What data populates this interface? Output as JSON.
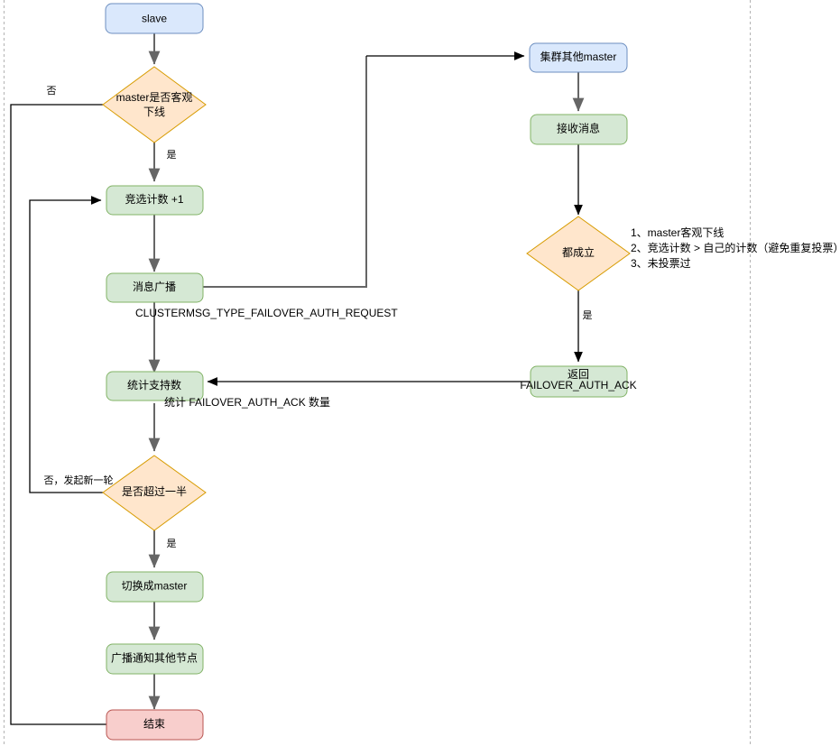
{
  "diagram": {
    "title": "Redis Cluster slave failover election flowchart",
    "colors": {
      "green_fill": "#d5e8d4",
      "green_stroke": "#82b366",
      "blue_fill": "#dae8fc",
      "blue_stroke": "#6c8ebf",
      "red_fill": "#f8cecc",
      "red_stroke": "#b85450",
      "orange_fill": "#ffe6cc",
      "orange_stroke": "#d79b00",
      "edge_gray": "#666666",
      "edge_black": "#000000",
      "page_divider": "#b3b3b3"
    },
    "nodes": [
      {
        "id": "slave",
        "label": "slave",
        "shape": "rounded-rect",
        "style": "blue"
      },
      {
        "id": "master_down",
        "label": "master是否客观",
        "label2": "下线",
        "shape": "diamond",
        "style": "orange"
      },
      {
        "id": "epoch_inc",
        "label": "竞选计数 +1",
        "shape": "rounded-rect",
        "style": "green"
      },
      {
        "id": "broadcast",
        "label": "消息广播",
        "shape": "rounded-rect",
        "style": "green"
      },
      {
        "id": "count_support",
        "label": "统计支持数",
        "shape": "rounded-rect",
        "style": "green"
      },
      {
        "id": "over_half",
        "label": "是否超过一半",
        "shape": "diamond",
        "style": "orange"
      },
      {
        "id": "switch_master",
        "label": "切换成master",
        "shape": "rounded-rect",
        "style": "green"
      },
      {
        "id": "notify_others",
        "label": "广播通知其他节点",
        "shape": "rounded-rect",
        "style": "green"
      },
      {
        "id": "end",
        "label": "结束",
        "shape": "rounded-rect",
        "style": "red"
      },
      {
        "id": "other_masters",
        "label": "集群其他master",
        "shape": "rounded-rect",
        "style": "blue"
      },
      {
        "id": "receive_msg",
        "label": "接收消息",
        "shape": "rounded-rect",
        "style": "green"
      },
      {
        "id": "all_true",
        "label": "都成立",
        "shape": "diamond",
        "style": "orange"
      },
      {
        "id": "return_ack",
        "label": "返回",
        "shape": "rounded-rect",
        "style": "green"
      }
    ],
    "edge_labels": [
      {
        "id": "no_1",
        "text": "否"
      },
      {
        "id": "yes_1",
        "text": "是"
      },
      {
        "id": "yes_2",
        "text": "是"
      },
      {
        "id": "yes_3",
        "text": "是"
      },
      {
        "id": "no_new_round",
        "text": "否，发起新一轮"
      }
    ],
    "annotations": [
      {
        "id": "request_msg",
        "text": "CLUSTERMSG_TYPE_FAILOVER_AUTH_REQUEST"
      },
      {
        "id": "count_ack",
        "text": "统计 FAILOVER_AUTH_ACK 数量"
      },
      {
        "id": "ack_msg",
        "text": "FAILOVER_AUTH_ACK"
      },
      {
        "id": "cond_1",
        "text": "1、master客观下线"
      },
      {
        "id": "cond_2",
        "text": "2、竞选计数 > 自己的计数（避免重复投票）"
      },
      {
        "id": "cond_3",
        "text": "3、未投票过"
      }
    ]
  }
}
